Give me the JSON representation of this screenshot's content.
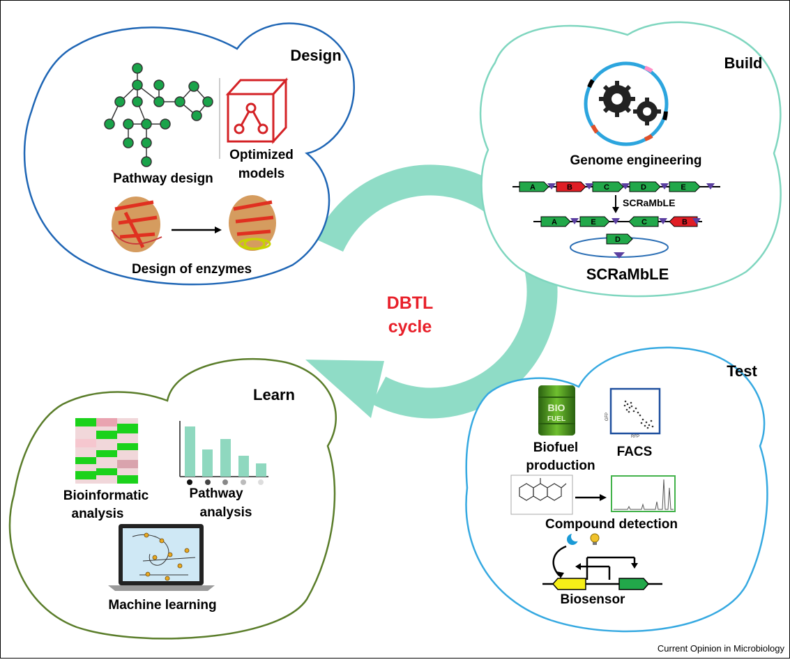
{
  "center": {
    "line1": "DBTL",
    "line2": "cycle"
  },
  "design": {
    "title": "Design",
    "pathway_label": "Pathway design",
    "models_line1": "Optimized",
    "models_line2": "models",
    "enzymes_label": "Design of enzymes"
  },
  "build": {
    "title": "Build",
    "genome_label": "Genome engineering",
    "scramble_arrow_label": "SCRaMbLE",
    "scramble_label": "SCRaMbLE",
    "genes_top": [
      "A",
      "B",
      "C",
      "D",
      "E"
    ],
    "genes_bottom": [
      "A",
      "E",
      "C",
      "B"
    ],
    "gene_loop": "D"
  },
  "test": {
    "title": "Test",
    "biofuel_line1": "Biofuel",
    "biofuel_line2": "production",
    "barrel_text1": "BIO",
    "barrel_text2": "FUEL",
    "facs_label": "FACS",
    "facs_y_axis": "GFP",
    "facs_x_axis": "RFP",
    "compound_label": "Compound detection",
    "biosensor_label": "Biosensor"
  },
  "learn": {
    "title": "Learn",
    "bioinf_line1": "Bioinformatic",
    "bioinf_line2": "analysis",
    "pathway_line1": "Pathway",
    "pathway_line2": "analysis",
    "ml_label": "Machine learning"
  },
  "footer": "Current Opinion in Microbiology",
  "colors": {
    "design_border": "#1f66b5",
    "build_border": "#7fd6bf",
    "test_border": "#36a9e1",
    "learn_border": "#5a7d2a",
    "cycle_arrow": "#8fdcc6",
    "dbtl_text": "#e8202a",
    "gene_green": "#22a84a",
    "gene_red": "#e01e25",
    "triangle": "#5b3fa0"
  }
}
